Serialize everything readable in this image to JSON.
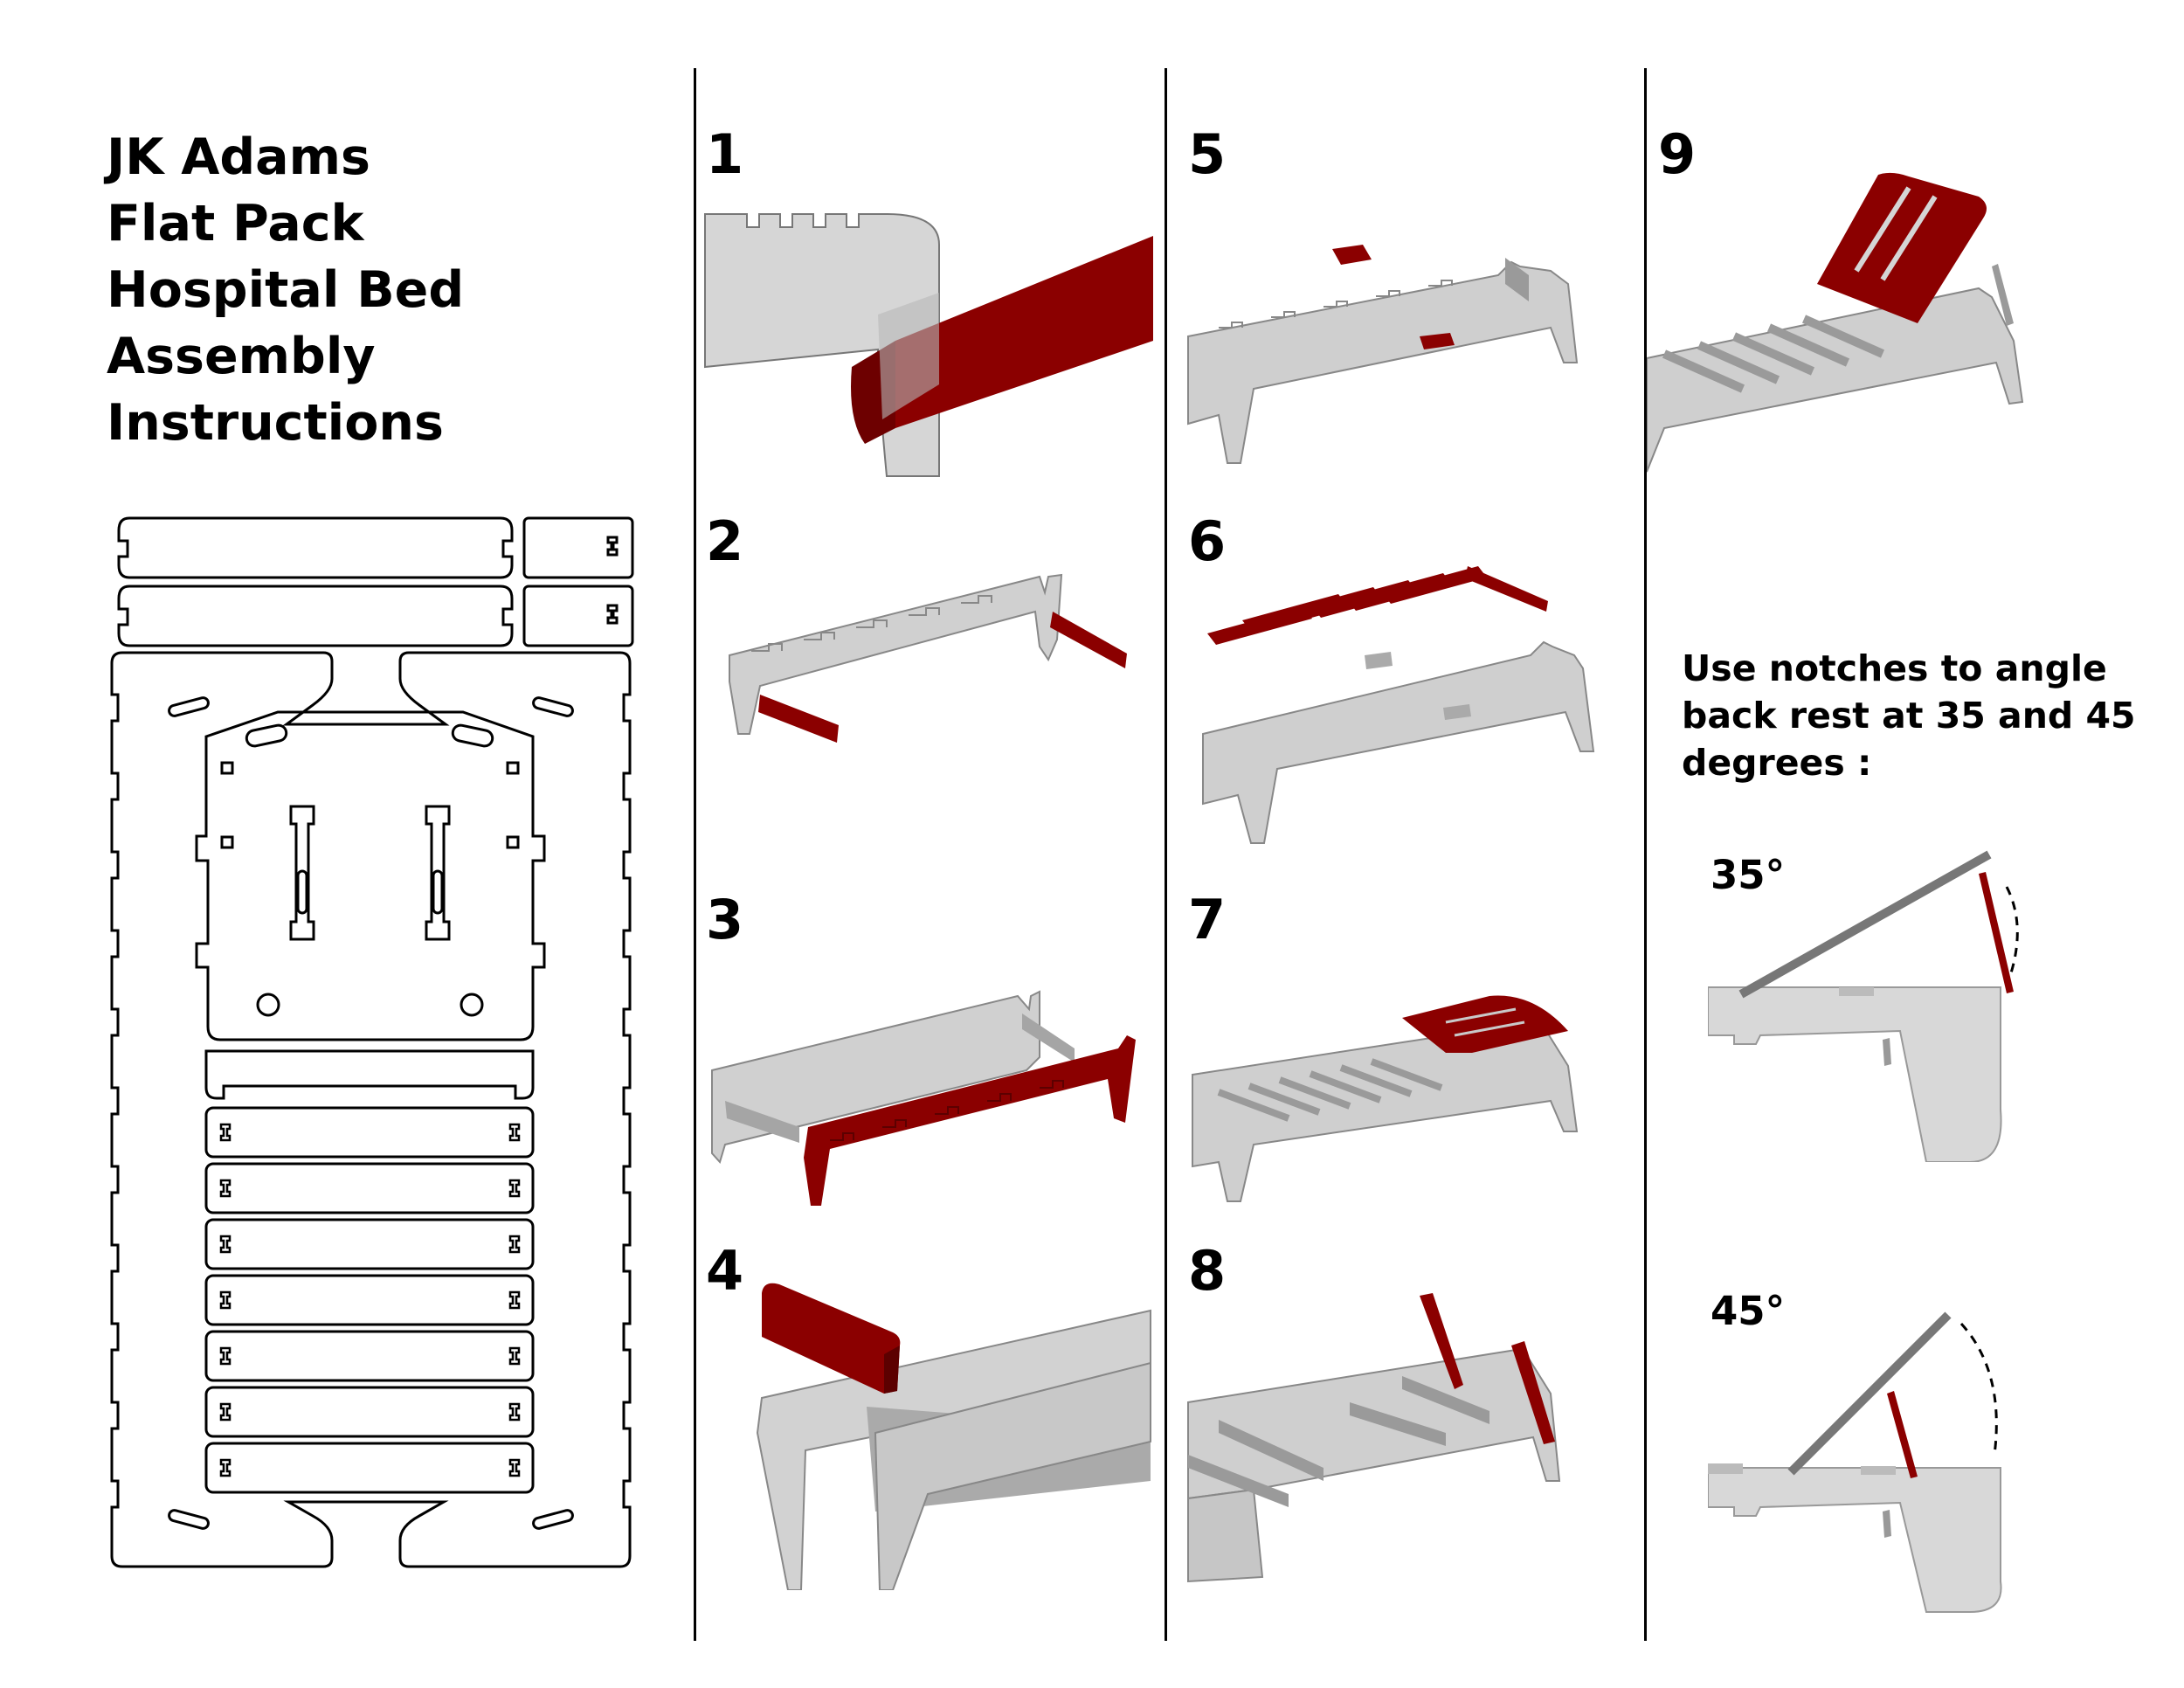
{
  "title": {
    "lines": [
      "JK Adams",
      "Flat Pack",
      "Hospital Bed",
      "Assembly",
      "Instructions"
    ]
  },
  "steps": [
    {
      "number": "1"
    },
    {
      "number": "2"
    },
    {
      "number": "3"
    },
    {
      "number": "4"
    },
    {
      "number": "5"
    },
    {
      "number": "6"
    },
    {
      "number": "7"
    },
    {
      "number": "8"
    },
    {
      "number": "9"
    }
  ],
  "note": {
    "text": "Use notches to angle back rest at 35 and 45 degrees :"
  },
  "angles": [
    {
      "label": "35°",
      "value": 35
    },
    {
      "label": "45°",
      "value": 45
    }
  ],
  "colors": {
    "highlight": "#8b0000",
    "part": "#cfcfcf",
    "part_dark": "#9a9a9a",
    "line": "#000000"
  }
}
